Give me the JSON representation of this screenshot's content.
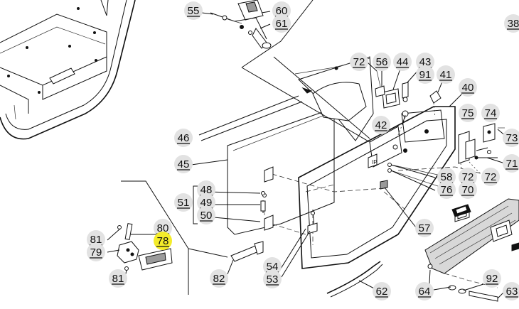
{
  "diagram": {
    "highlight_color": "#f4ec2a",
    "bubble_color": "#e2e2e2",
    "highlighted_part": "78",
    "callouts": [
      {
        "id": "c55",
        "label": "55"
      },
      {
        "id": "c60",
        "label": "60"
      },
      {
        "id": "c61",
        "label": "61"
      },
      {
        "id": "c38",
        "label": "38"
      },
      {
        "id": "c72a",
        "label": "72"
      },
      {
        "id": "c56",
        "label": "56"
      },
      {
        "id": "c44",
        "label": "44"
      },
      {
        "id": "c43",
        "label": "43"
      },
      {
        "id": "c91",
        "label": "91"
      },
      {
        "id": "c41",
        "label": "41"
      },
      {
        "id": "c40",
        "label": "40"
      },
      {
        "id": "c46",
        "label": "46"
      },
      {
        "id": "c42",
        "label": "42"
      },
      {
        "id": "c75",
        "label": "75"
      },
      {
        "id": "c74",
        "label": "74"
      },
      {
        "id": "c73",
        "label": "73"
      },
      {
        "id": "c45",
        "label": "45"
      },
      {
        "id": "c71",
        "label": "71"
      },
      {
        "id": "c58",
        "label": "58"
      },
      {
        "id": "c72b",
        "label": "72"
      },
      {
        "id": "c72c",
        "label": "72"
      },
      {
        "id": "c76",
        "label": "76"
      },
      {
        "id": "c70",
        "label": "70"
      },
      {
        "id": "c48",
        "label": "48"
      },
      {
        "id": "c51",
        "label": "51"
      },
      {
        "id": "c49",
        "label": "49"
      },
      {
        "id": "c50",
        "label": "50"
      },
      {
        "id": "c57",
        "label": "57"
      },
      {
        "id": "c80",
        "label": "80"
      },
      {
        "id": "c81a",
        "label": "81"
      },
      {
        "id": "c78",
        "label": "78"
      },
      {
        "id": "c79",
        "label": "79"
      },
      {
        "id": "c54",
        "label": "54"
      },
      {
        "id": "c53",
        "label": "53"
      },
      {
        "id": "c82",
        "label": "82"
      },
      {
        "id": "c81b",
        "label": "81"
      },
      {
        "id": "c62",
        "label": "62"
      },
      {
        "id": "c64",
        "label": "64"
      },
      {
        "id": "c92",
        "label": "92"
      },
      {
        "id": "c63",
        "label": "63"
      }
    ]
  }
}
